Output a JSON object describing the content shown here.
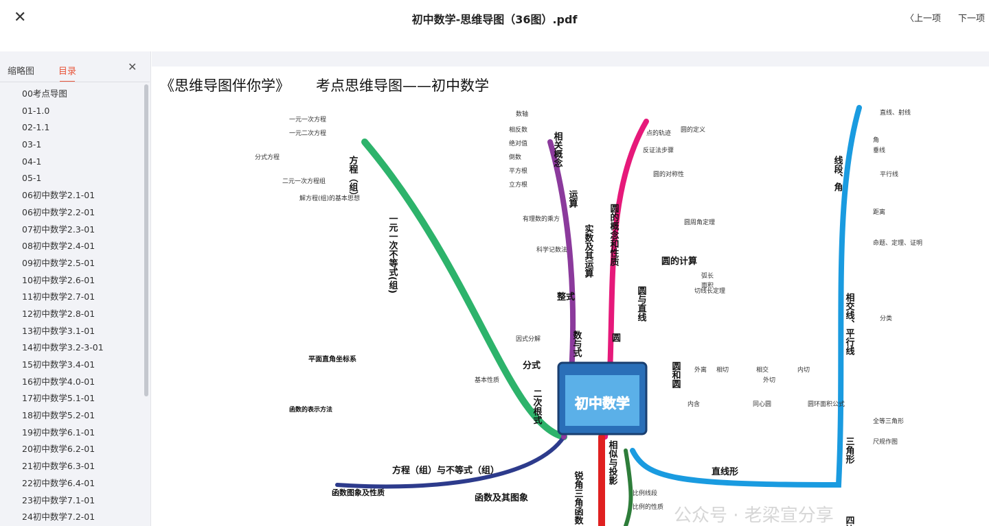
{
  "header": {
    "title": "初中数学-思维导图（36图）.pdf",
    "prev": "上一项",
    "next": "下一项"
  },
  "sidebar": {
    "tabs": [
      "缩略图",
      "目录"
    ],
    "active_tab": "目录",
    "items": [
      "00考点导图",
      "01-1.0",
      "02-1.1",
      "03-1",
      "04-1",
      "05-1",
      "06初中数学2.1-01",
      "06初中数学2.2-01",
      "07初中数学2.3-01",
      "08初中数学2.4-01",
      "09初中数学2.5-01",
      "10初中数学2.6-01",
      "11初中数学2.7-01",
      "12初中数学2.8-01",
      "13初中数学3.1-01",
      "14初中数学3.2-3-01",
      "15初中数学3.4-01",
      "16初中数学4.0-01",
      "17初中数学5.1-01",
      "18初中数学5.2-01",
      "19初中数学6.1-01",
      "20初中数学6.2-01",
      "21初中数学6.3-01",
      "22初中数学6.4-01",
      "23初中数学7.1-01",
      "24初中数学7.2-01"
    ]
  },
  "page": {
    "title_left": "《思维导图伴你学》",
    "title_right": "考点思维导图——初中数学",
    "center": "初中数学",
    "branches": {
      "equation": "方程（组）与不等式（组）",
      "function": "函数及其图象",
      "number": "数与式",
      "real": "实数及其运算",
      "integral": "整式",
      "fraction": "分式",
      "radical": "二次根式",
      "ops": "运算",
      "concepts": "相关概念",
      "circle": "圆",
      "circle_props": "圆的概念和性质",
      "circle_line": "圆与直线",
      "circle_circle": "圆和圆",
      "circle_calc": "圆的计算",
      "segment": "线段、角",
      "parallel": "相交线、平行线",
      "triangle": "三角形",
      "quad": "四边形",
      "straight": "直线形",
      "similar": "相似与投影",
      "trig": "锐角三角函数",
      "ineq": "一元一次不等式(组)",
      "eq": "方程（组）",
      "func_props": "函数图象及性质",
      "coords": "平面直角坐标系",
      "rep": "函数的表示方法"
    },
    "leaves": [
      "一元一次方程",
      "一元二次方程",
      "分式方程",
      "二元一次方程组",
      "解方程(组)的基本思想",
      "数轴",
      "相反数",
      "绝对值",
      "倒数",
      "平方根",
      "立方根",
      "有理数的乘方",
      "科学记数法",
      "因式分解",
      "基本性质",
      "圆的定义",
      "点的轨迹",
      "反证法步骤",
      "圆的对称性",
      "圆周角定理",
      "切线长定理",
      "外离",
      "相切",
      "相交",
      "内切",
      "外切",
      "内含",
      "同心圆",
      "圆环面积公式",
      "弧长",
      "面积",
      "直线、射线",
      "角",
      "垂线",
      "平行线",
      "距离",
      "命题、定理、证明",
      "分类",
      "全等三角形",
      "尺规作图",
      "比例线段",
      "比例的性质"
    ],
    "watermark": "公众号 · 老梁宣分享"
  }
}
